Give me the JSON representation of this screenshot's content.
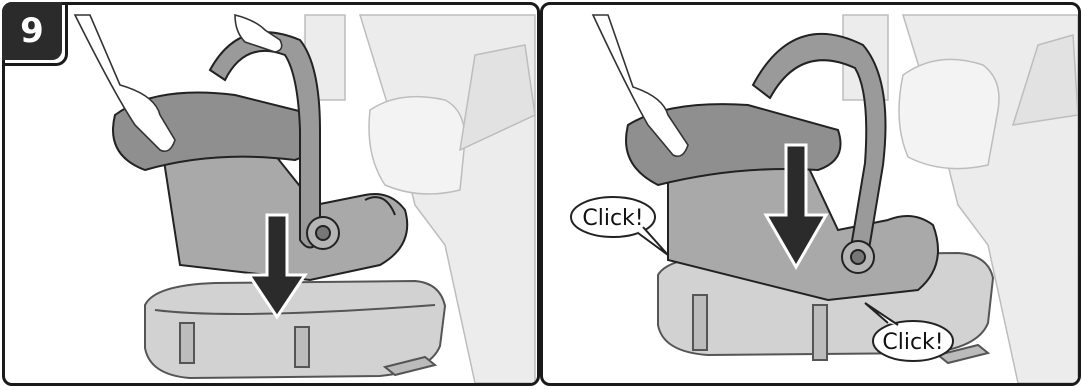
{
  "step": {
    "number": "9"
  },
  "panels": [
    {
      "id": "lower-seat",
      "arrow": "down",
      "callouts": []
    },
    {
      "id": "seat-clicked",
      "arrow": "down",
      "callouts": [
        {
          "label": "Click!"
        },
        {
          "label": "Click!"
        }
      ]
    }
  ],
  "colors": {
    "seat_shell": "#a7a7a7",
    "seat_dark": "#8d8d8d",
    "base": "#cfcfcf",
    "car_seat": "#e6e6e6",
    "line": "#222222"
  }
}
